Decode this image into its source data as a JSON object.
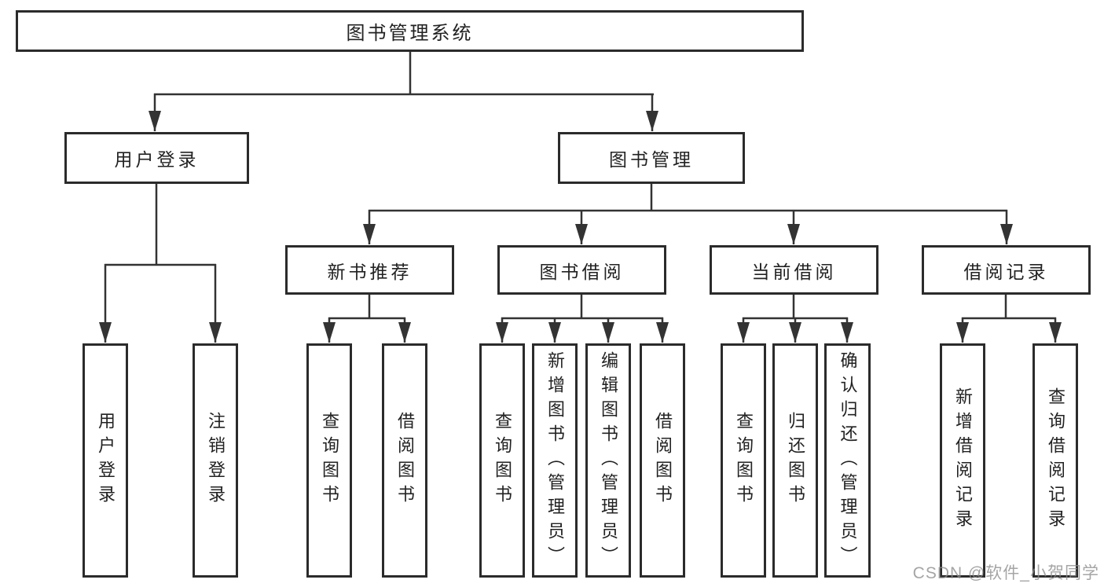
{
  "diagram": {
    "root": {
      "label": "图书管理系统"
    },
    "level2": [
      {
        "id": "user-login",
        "label": "用户登录"
      },
      {
        "id": "book-management",
        "label": "图书管理"
      }
    ],
    "level3": [
      {
        "id": "new-book-recommend",
        "label": "新书推荐"
      },
      {
        "id": "book-borrowing",
        "label": "图书借阅"
      },
      {
        "id": "current-borrowing",
        "label": "当前借阅"
      },
      {
        "id": "borrowing-records",
        "label": "借阅记录"
      }
    ],
    "leaves": [
      {
        "group": "user-login",
        "label": "用户登录"
      },
      {
        "group": "user-login",
        "label": "注销登录"
      },
      {
        "group": "new-book-recommend",
        "label": "查询图书"
      },
      {
        "group": "new-book-recommend",
        "label": "借阅图书"
      },
      {
        "group": "book-borrowing",
        "label": "查询图书"
      },
      {
        "group": "book-borrowing",
        "label": "新增图书（管理员）"
      },
      {
        "group": "book-borrowing",
        "label": "编辑图书（管理员）"
      },
      {
        "group": "book-borrowing",
        "label": "借阅图书"
      },
      {
        "group": "current-borrowing",
        "label": "查询图书"
      },
      {
        "group": "current-borrowing",
        "label": "归还图书"
      },
      {
        "group": "current-borrowing",
        "label": "确认归还（管理员）"
      },
      {
        "group": "borrowing-records",
        "label": "新增借阅记录"
      },
      {
        "group": "borrowing-records",
        "label": "查询借阅记录"
      }
    ],
    "watermark": "CSDN @软件_小贺同学",
    "colors": {
      "line": "#333333",
      "border": "#2b2b2b",
      "text": "#222222",
      "watermark": "#8c8c8c",
      "background": "#ffffff"
    }
  }
}
